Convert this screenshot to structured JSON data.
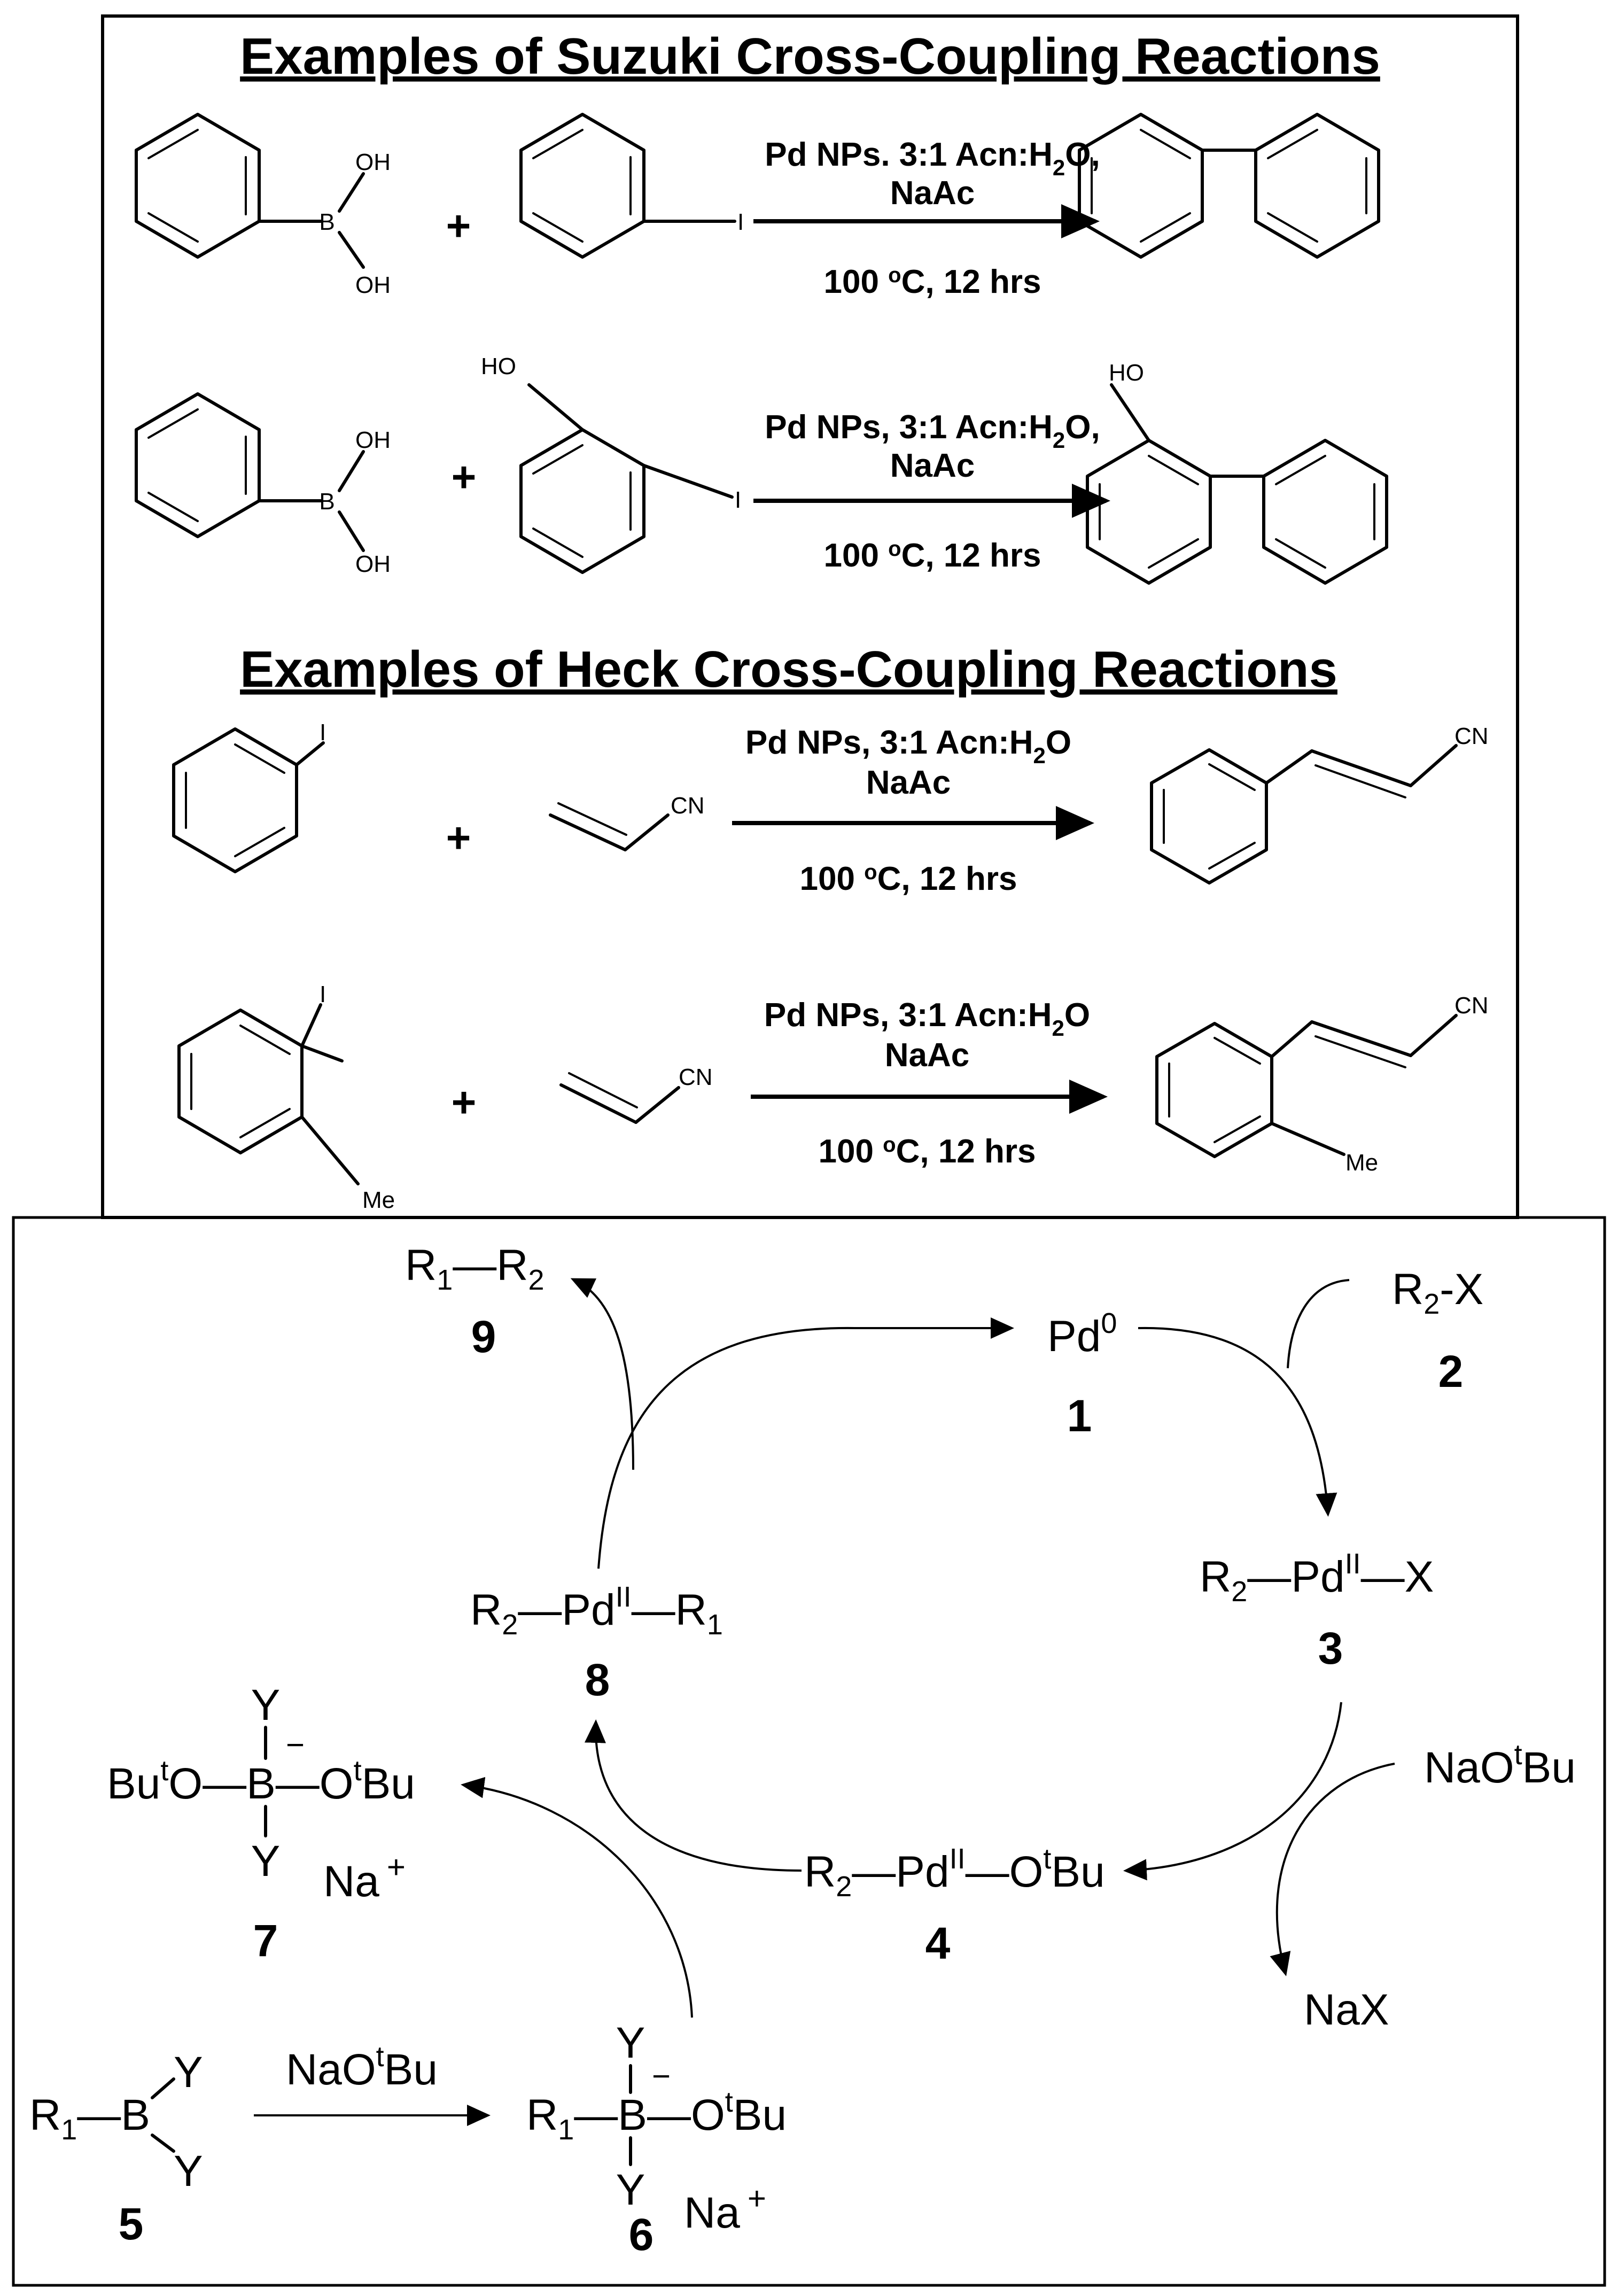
{
  "suzuki_examples": {
    "title": "Examples of Suzuki Cross-Coupling Reactions",
    "reaction_1": {
      "reagent_line1": "Pd NPs. 3:1 Acn:H",
      "reagent_line1_sub": "2",
      "reagent_line1_end": "O,",
      "reagent_line2": "NaAc",
      "temp_value": "100 ",
      "temp_unit_o": "o",
      "temp_rest": "C, 12 hrs",
      "atoms": {
        "oh_top": "OH",
        "b": "B",
        "oh_bottom": "OH",
        "iodo": "I"
      },
      "plus": "+"
    },
    "reaction_2": {
      "reagent_line1": "Pd NPs, 3:1 Acn:H",
      "reagent_line1_sub": "2",
      "reagent_line1_end": "O,",
      "reagent_line2": "NaAc",
      "temp_value": "100 ",
      "temp_unit_o": "o",
      "temp_rest": "C, 12 hrs",
      "atoms": {
        "oh_top": "OH",
        "b": "B",
        "oh_bottom": "OH",
        "ho_reactant": "HO",
        "iodo": "I",
        "ho_product": "HO"
      },
      "plus": "+"
    }
  },
  "heck_examples": {
    "title": "Examples of Heck Cross-Coupling Reactions",
    "reaction_1": {
      "reagent_line1": "Pd NPs, 3:1 Acn:H",
      "reagent_line1_sub": "2",
      "reagent_line1_end": "O",
      "reagent_line2": "NaAc",
      "temp_value": "100 ",
      "temp_unit_o": "o",
      "temp_rest": "C, 12 hrs",
      "atoms": {
        "iodo": "I",
        "cn_reactant": "CN",
        "cn_product": "CN"
      },
      "plus": "+"
    },
    "reaction_2": {
      "reagent_line1": "Pd NPs, 3:1 Acn:H",
      "reagent_line1_sub": "2",
      "reagent_line1_end": "O",
      "reagent_line2": "NaAc",
      "temp_value": "100 ",
      "temp_unit_o": "o",
      "temp_rest": "C, 12 hrs",
      "atoms": {
        "iodo": "I",
        "me_reactant": "Me",
        "cn_reactant": "CN",
        "cn_product": "CN",
        "me_product": "Me"
      },
      "plus": "+"
    }
  },
  "catalytic_cycle": {
    "s9": {
      "r1": "R",
      "r1_sub": "1",
      "bond": "—",
      "r2": "R",
      "r2_sub": "2",
      "number": "9"
    },
    "s1": {
      "pd": "Pd",
      "sup": "0",
      "number": "1"
    },
    "s2": {
      "r": "R",
      "sub": "2",
      "rest": "-X",
      "number": "2"
    },
    "s3": {
      "r": "R",
      "sub": "2",
      "pd": "—Pd",
      "sup": "II",
      "rest": "—X",
      "number": "3"
    },
    "s8": {
      "r": "R",
      "sub": "2",
      "pd": "—Pd",
      "sup": "II",
      "rest": "—R",
      "rest_sub": "1",
      "number": "8"
    },
    "s7": {
      "y_top": "Y",
      "left": "Bu",
      "left_sup": "t",
      "middle": "O—B—O",
      "charge": "−",
      "right_sup": "t",
      "right": "Bu",
      "y_bottom": "Y",
      "counterion": "Na",
      "counter_charge": "+",
      "number": "7"
    },
    "naotbu_right": {
      "text": "NaO",
      "sup": "t",
      "rest": "Bu"
    },
    "s4": {
      "r": "R",
      "sub": "2",
      "pd": "—Pd",
      "sup": "II",
      "rest": "—O",
      "rest_sup": "t",
      "rest_end": "Bu",
      "number": "4"
    },
    "nax": "NaX",
    "s5": {
      "r": "R",
      "sub": "1",
      "b": "—B",
      "y_top": "Y",
      "y_bottom": "Y",
      "number": "5"
    },
    "naotbu_arrow": {
      "text": "NaO",
      "sup": "t",
      "rest": "Bu"
    },
    "s6": {
      "y_top": "Y",
      "r": "R",
      "sub": "1",
      "middle": "—B—O",
      "charge": "−",
      "sup": "t",
      "rest": "Bu",
      "y_bottom": "Y",
      "counterion": "Na",
      "counter_charge": "+",
      "number": "6"
    }
  }
}
